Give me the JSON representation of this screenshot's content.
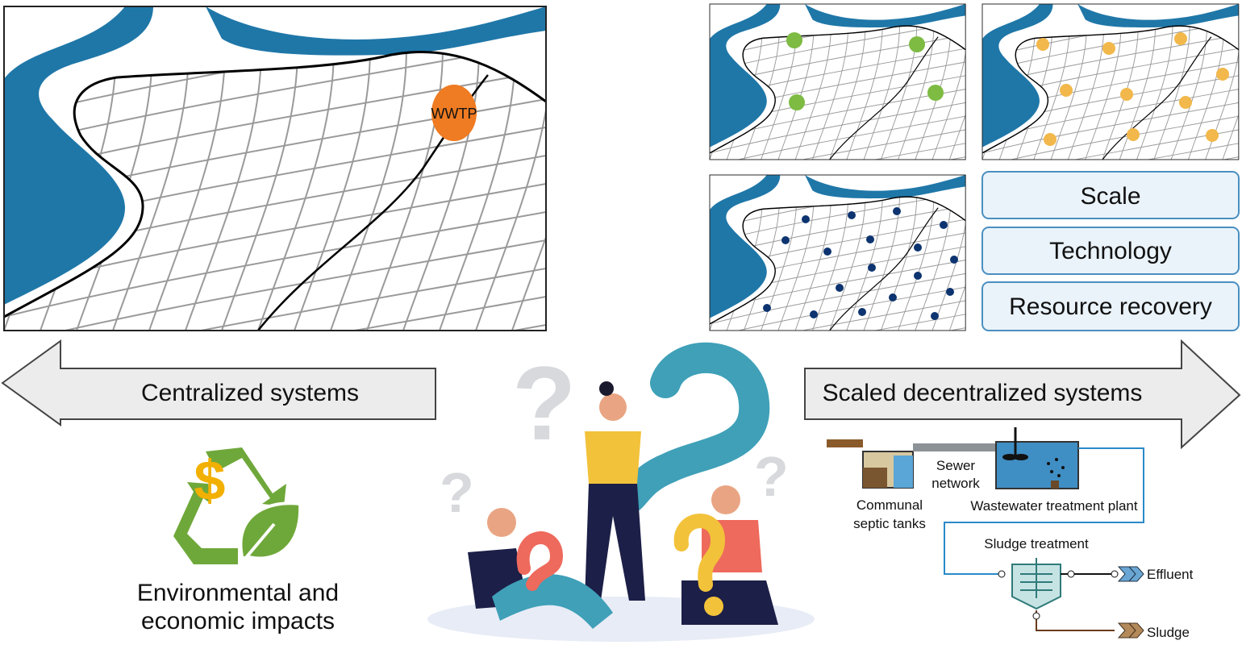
{
  "maps": {
    "centralized_plant_label": "WWTP"
  },
  "factors": [
    "Scale",
    "Technology",
    "Resource recovery"
  ],
  "arrows": {
    "left": "Centralized systems",
    "right": "Scaled decentralized systems"
  },
  "impacts": {
    "line1": "Environmental and",
    "line2": "economic impacts",
    "currency_symbol": "$"
  },
  "process": {
    "septic": [
      "Communal",
      "septic tanks"
    ],
    "sewer": [
      "Sewer",
      "network"
    ],
    "wwtp": "Wastewater treatment plant",
    "sludge_treatment": "Sludge treatment",
    "effluent": "Effluent",
    "sludge": "Sludge"
  },
  "colors": {
    "river": "#1f77a8",
    "wwtp": "#ef7b22",
    "green_dots": "#7dbb42",
    "yellow_dots": "#f2b84b",
    "navy_dots": "#0d3470",
    "factor_fill": "#eaf3fa",
    "factor_border": "#4a8fc0",
    "arrow_fill": "#ececec",
    "recycle_green": "#6fa83a"
  }
}
